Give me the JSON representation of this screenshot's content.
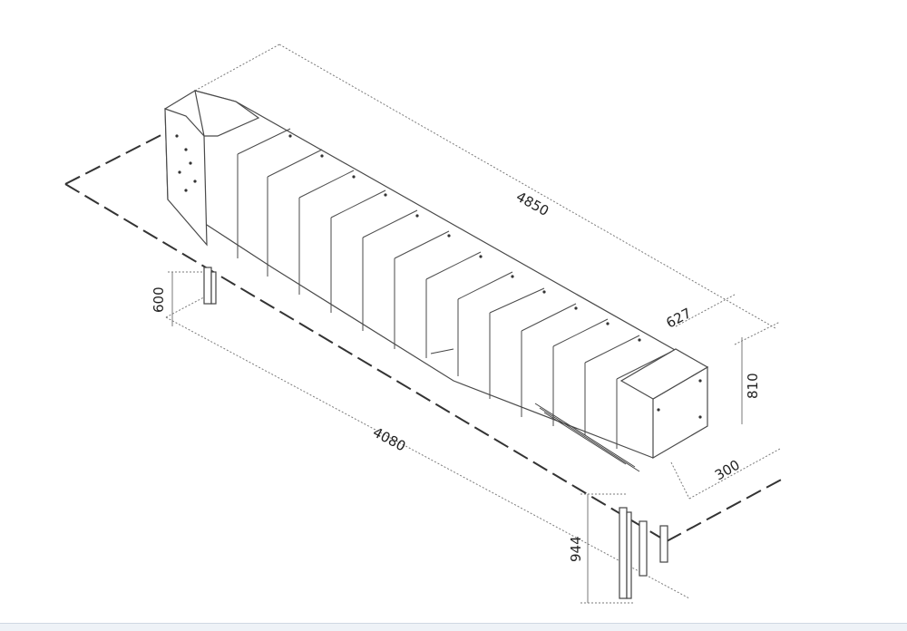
{
  "diagram": {
    "dimensions": {
      "total_length": "4850",
      "support_span": "4080",
      "leg_height_left": "600",
      "leg_height_right": "944",
      "width_top": "627",
      "height_end": "810",
      "end_offset": "300"
    },
    "colors": {
      "line": "#4a4a4a",
      "dim_line": "#7a7a7a",
      "panel": "#ffffff",
      "bottom_bar": "#eef2f7"
    }
  }
}
